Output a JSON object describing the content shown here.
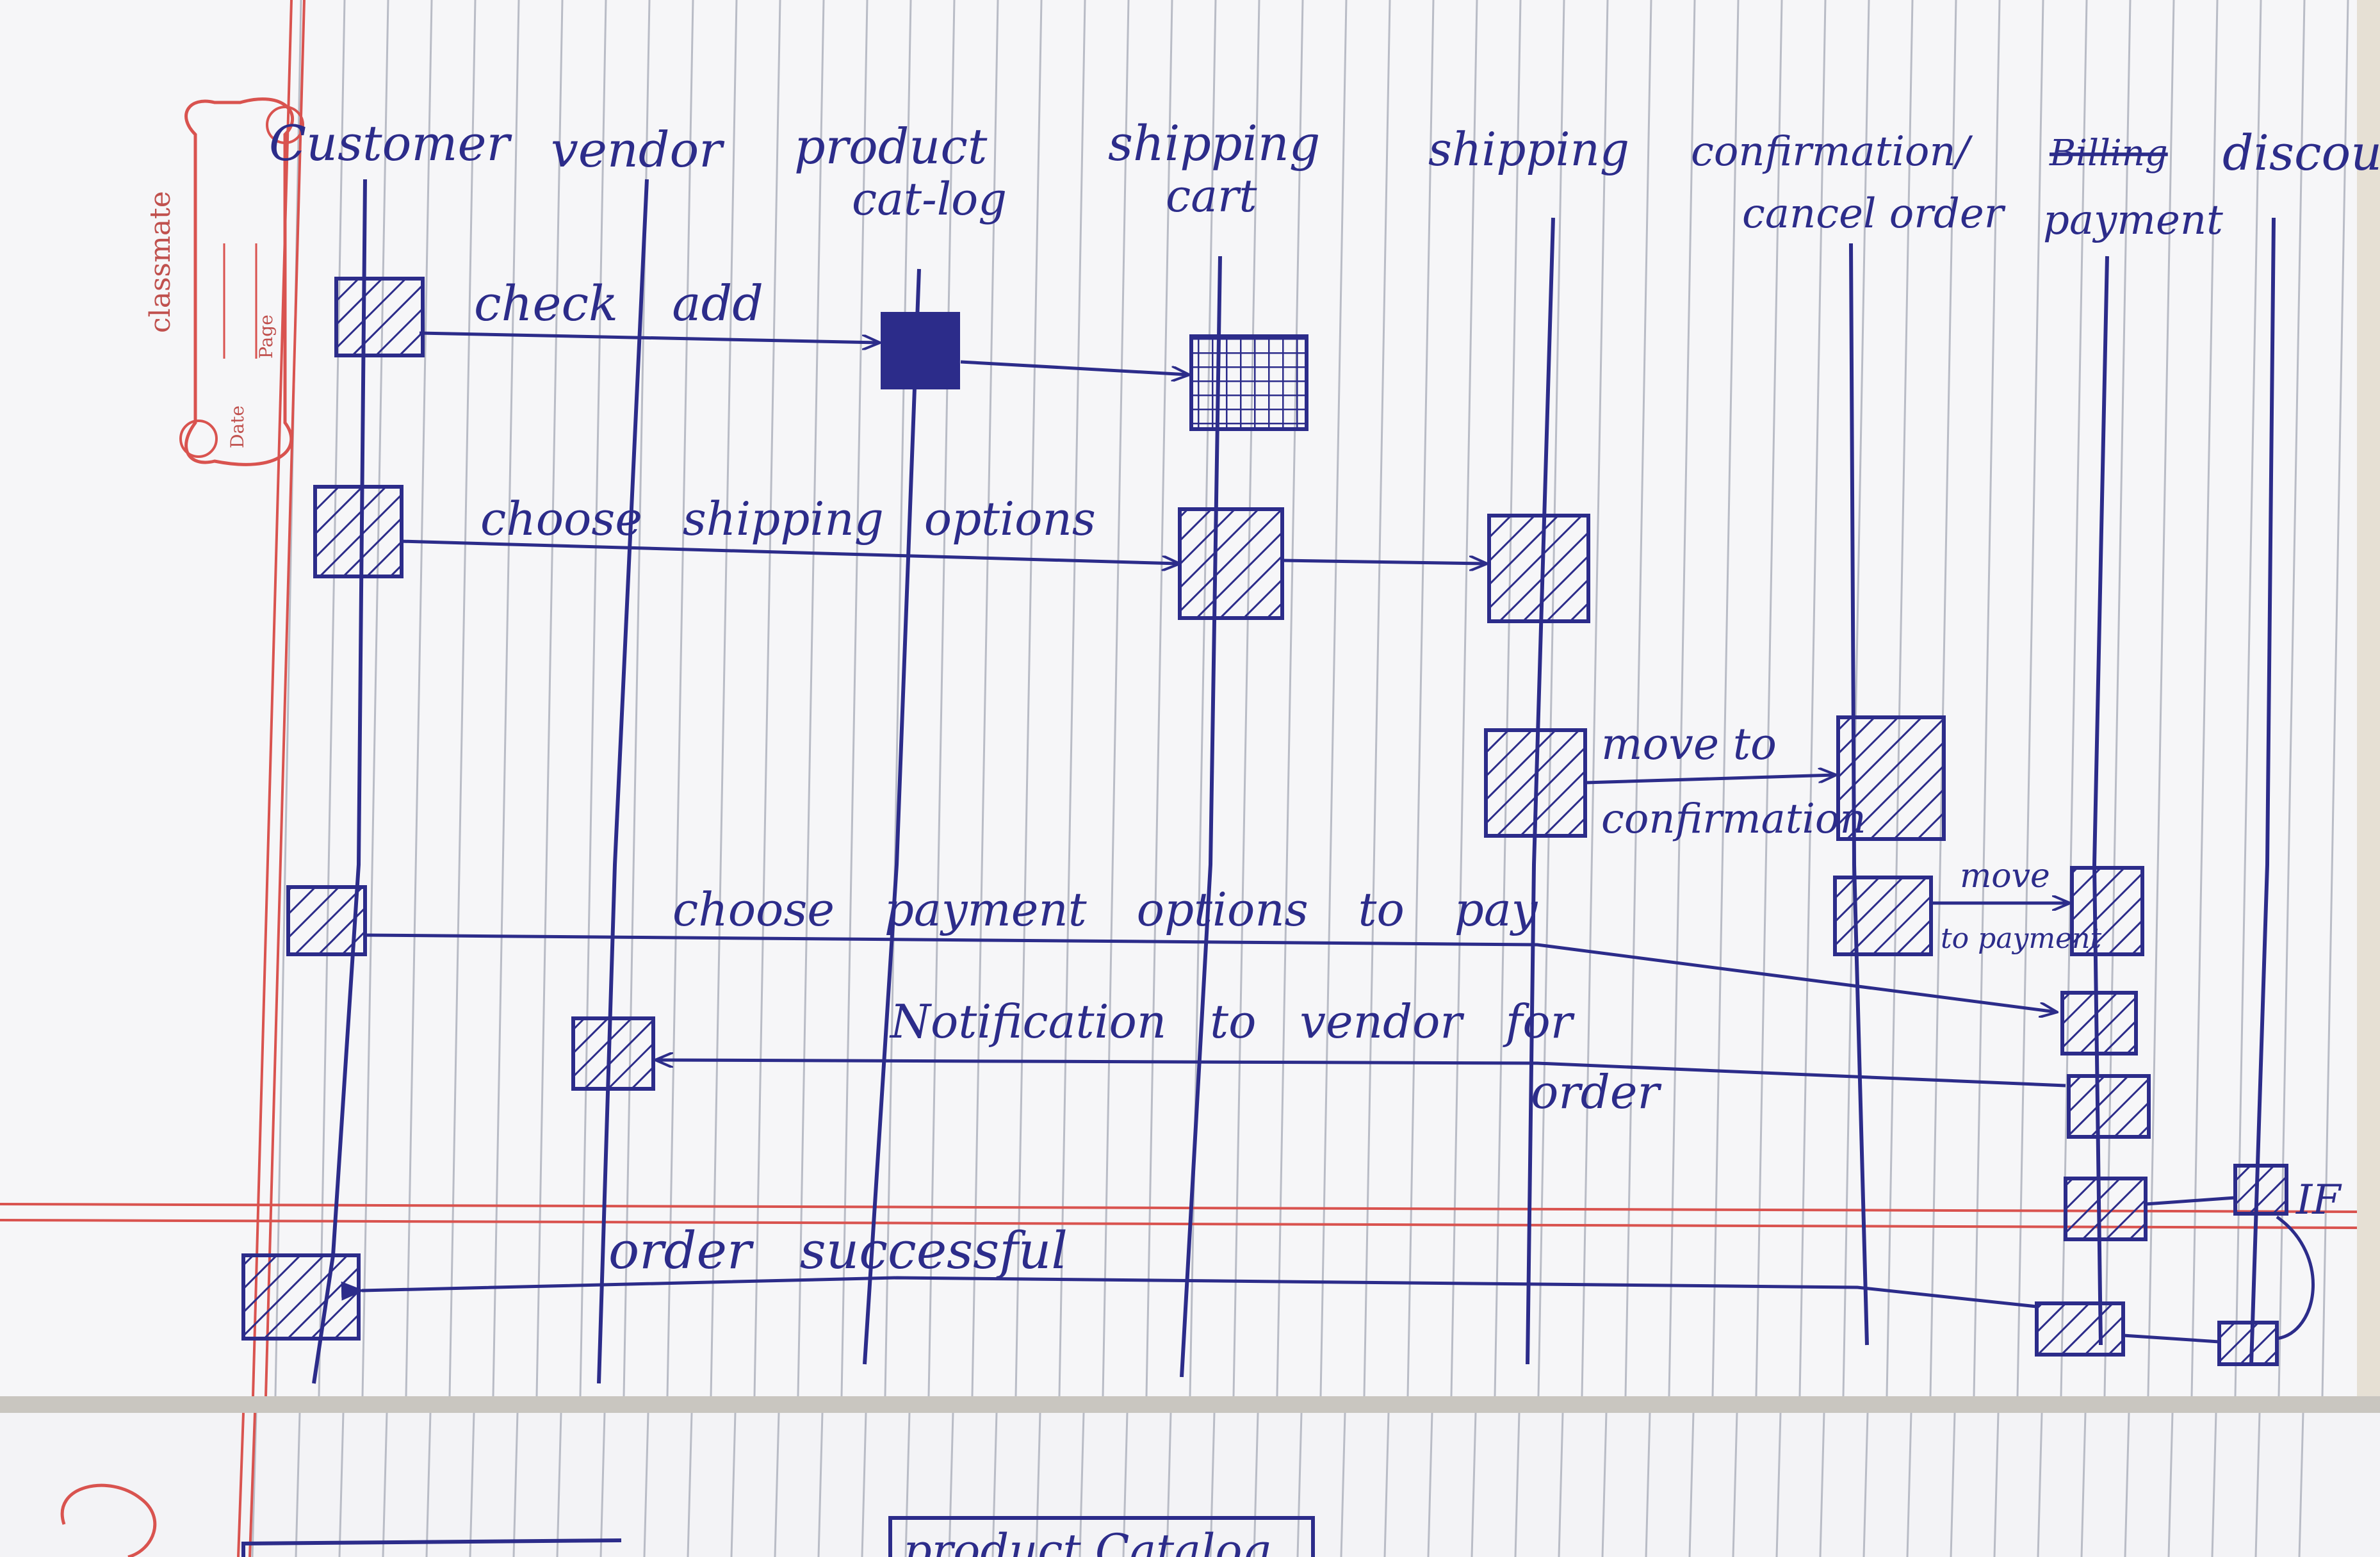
{
  "sheet": {
    "brand": "classmate",
    "date_label": "Date",
    "page_label": "Page"
  },
  "diagram": {
    "lifelines": [
      {
        "id": "customer",
        "label": "Customer",
        "label_line2": ""
      },
      {
        "id": "vendor",
        "label": "vendor",
        "label_line2": ""
      },
      {
        "id": "catalog",
        "label": "product",
        "label_line2": "cat-log"
      },
      {
        "id": "cart",
        "label": "shipping",
        "label_line2": "cart"
      },
      {
        "id": "shipping",
        "label": "shipping",
        "label_line2": ""
      },
      {
        "id": "confirm",
        "label": "confirmation/",
        "label_line2": "cancel order"
      },
      {
        "id": "payment",
        "label": "Billing",
        "label_line2": "payment"
      },
      {
        "id": "discount",
        "label": "discount",
        "label_line2": ""
      }
    ],
    "messages": [
      {
        "id": "m1",
        "from": "customer",
        "to": "catalog",
        "label": "check add",
        "label_line2": ""
      },
      {
        "id": "m2",
        "from": "catalog",
        "to": "cart",
        "label": "",
        "label_line2": ""
      },
      {
        "id": "m3",
        "from": "customer",
        "to": "cart",
        "label": "choose shipping options",
        "label_line2": ""
      },
      {
        "id": "m4",
        "from": "cart",
        "to": "shipping",
        "label": "",
        "label_line2": ""
      },
      {
        "id": "m5",
        "from": "shipping",
        "to": "confirm",
        "label": "move to",
        "label_line2": "confirmation"
      },
      {
        "id": "m6",
        "from": "confirm",
        "to": "payment",
        "label": "move",
        "label_line2": "to payment"
      },
      {
        "id": "m7",
        "from": "customer",
        "to": "payment",
        "label": "choose payment options to pay",
        "label_line2": ""
      },
      {
        "id": "m8",
        "from": "payment",
        "to": "vendor",
        "label": "Notification to vendor for",
        "label_line2": "order"
      },
      {
        "id": "m9",
        "from": "payment",
        "to": "discount",
        "label": "IF",
        "label_line2": ""
      },
      {
        "id": "m10",
        "from": "payment",
        "to": "customer",
        "label": "order successful",
        "label_line2": ""
      }
    ]
  },
  "next_page": {
    "heading": "product Catalog"
  },
  "colors": {
    "ink": "#2c2c8a",
    "margin_red": "#d9534f",
    "rule_gray": "#b9bcc6",
    "paper": "#f6f6f8"
  }
}
